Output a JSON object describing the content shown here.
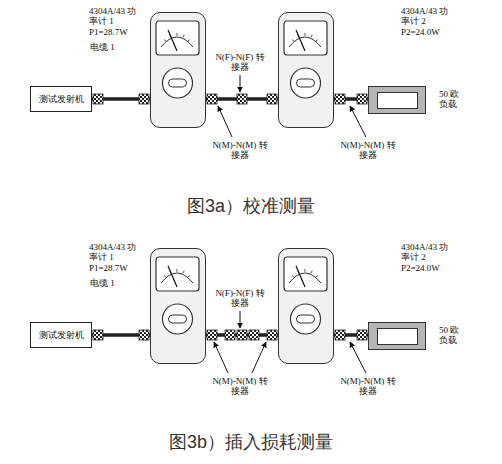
{
  "diagram": {
    "nodes": [
      {
        "text": [
          "测试发射机"
        ]
      },
      {
        "text": [
          "4304A/43 功率计 1 P1=28.7W"
        ]
      },
      {
        "text": [
          "4304A/43 功率计 2 P2=24.0W"
        ]
      },
      {
        "text": [
          "50 欧 负载"
        ]
      },
      {
        "text": [
          "测试发射机"
        ]
      },
      {
        "text": [
          "4304A/43 功率计 1 P1=28.7W"
        ]
      },
      {
        "text": [
          "4304A/43 功率计 2 P2=24.0W"
        ]
      },
      {
        "text": [
          "50 欧 负载"
        ]
      }
    ],
    "edges": [
      {
        "from": 0,
        "to": 1,
        "arrow": "none"
      },
      {
        "from": 1,
        "to": 2,
        "arrow": "none"
      },
      {
        "from": 2,
        "to": 3,
        "arrow": "none"
      },
      {
        "from": 4,
        "to": 5,
        "arrow": "none"
      },
      {
        "from": 5,
        "to": 6,
        "arrow": "none"
      },
      {
        "from": 6,
        "to": 7,
        "arrow": "none"
      }
    ],
    "labels": [
      "电缆 1",
      "N(F)-N(F) 转接器",
      "N(M)-N(M) 转接器",
      "N(M)-N(M) 转接器",
      "图3a）校准测量",
      "电缆 1",
      "N(F)-N(F) 转接器",
      "N(M)-N(M) 转接器",
      "N(M)-N(M) 转接器",
      "图3b）插入损耗测量"
    ]
  }
}
